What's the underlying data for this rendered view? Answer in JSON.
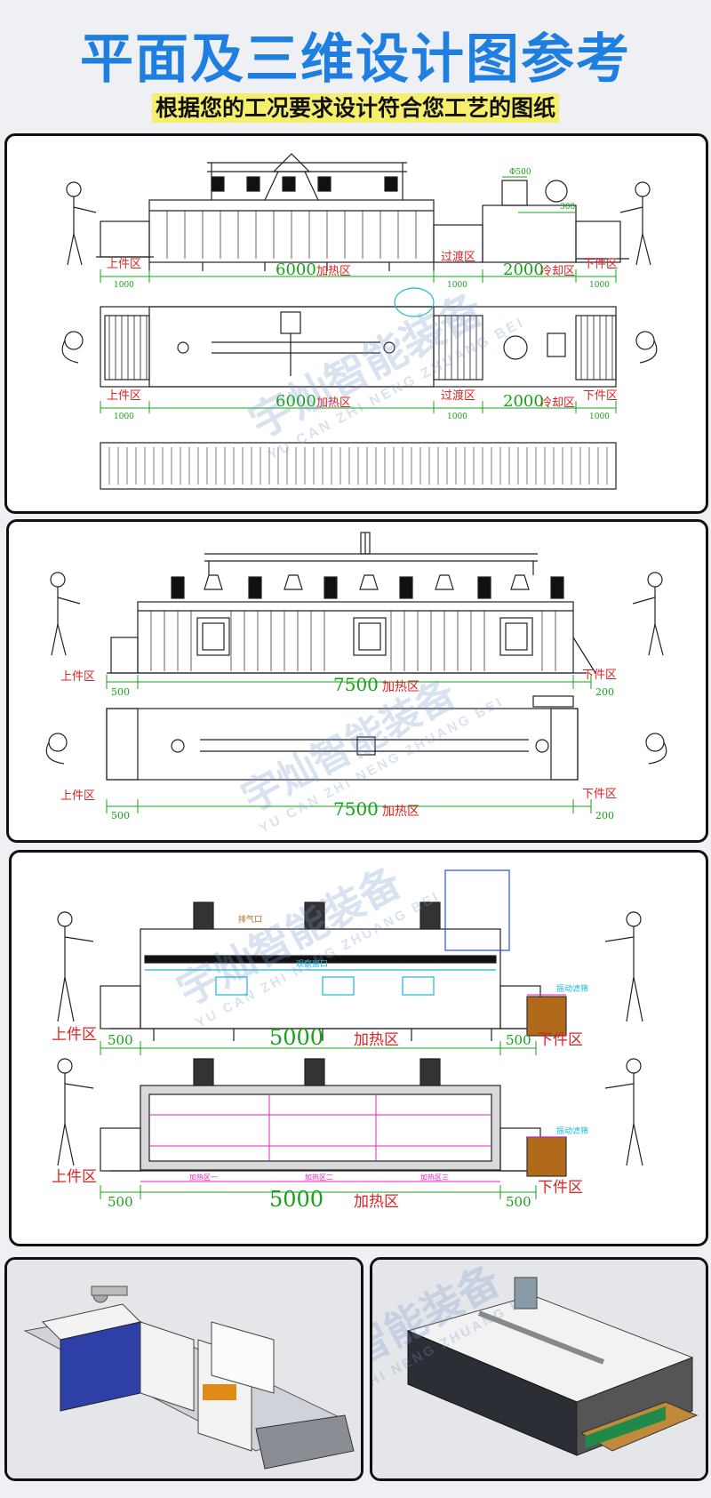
{
  "header": {
    "title": "平面及三维设计图参考",
    "subtitle": "根据您的工况要求设计符合您工艺的图纸"
  },
  "watermark": {
    "cn": "宇灿智能装备",
    "en": "YU CAN ZHI NENG ZHUANG BEI"
  },
  "panel1": {
    "zone_in": "上件区",
    "zone_in_len": "1000",
    "zone_heat_len": "6000",
    "zone_heat": "加热区",
    "zone_transition": "过渡区",
    "zone_transition_len": "1000",
    "zone_cool_len": "2000",
    "zone_cool": "冷却区",
    "zone_out": "下件区",
    "zone_out_len": "1000",
    "dim_top": "Φ500",
    "dim_side": "300"
  },
  "panel2": {
    "zone_in": "上件区",
    "zone_in_len": "500",
    "zone_heat_len": "7500",
    "zone_heat": "加热区",
    "zone_out": "下件区",
    "zone_out_len": "200"
  },
  "panel3": {
    "zone_in": "上件区",
    "zone_in_len": "500",
    "zone_heat_len": "5000",
    "zone_heat": "加热区",
    "zone_out": "下件区",
    "zone_out_len": "500",
    "exhaust": "排气口",
    "observe": "观察窗口",
    "vibrate": "振动滤筛",
    "section1": "加热区一",
    "section2": "加热区二",
    "section3": "加热区三"
  },
  "colors": {
    "title": "#1f7fe0",
    "highlight": "#f6ef6b",
    "red_label": "#e02020",
    "green_dim": "#17a317",
    "cyan": "#19b7d6",
    "magenta": "#e020c0",
    "conveyor_orange": "#b06a1a"
  }
}
